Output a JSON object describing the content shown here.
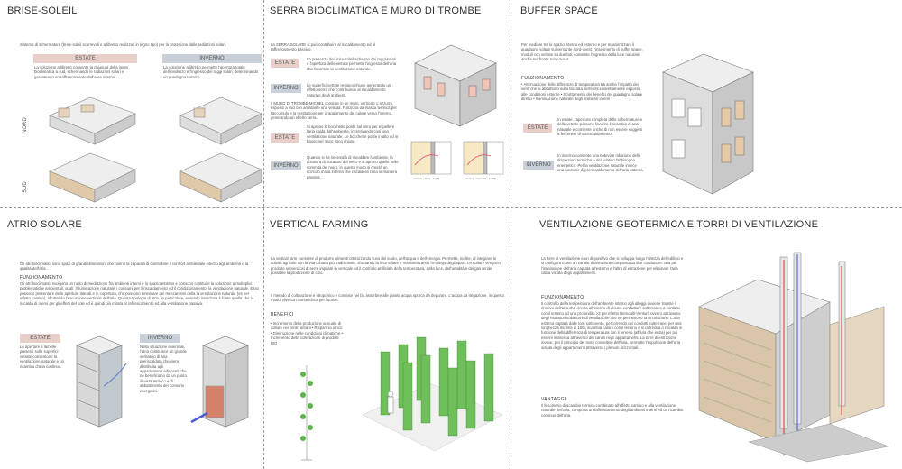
{
  "brise": {
    "title": "BRISE-SOLEIL",
    "intro": "Sistema di schermature (brise-soleil scorrevoli e a libretto realizzati in legno tipo) per la protezione dalle radiazioni solari.",
    "estate_label": "ESTATE",
    "estate_text": "La soluzione a libretto consente la chiusura della serra bioclimatica a sud, schermando le radiazioni solari e garantendo un raffrescamento dell'area interna.",
    "inverno_label": "INVERNO",
    "inverno_text": "La soluzione a libretto permette l'apertura totale dell'involucro e l'ingresso dei raggi solari, determinando un guadagno termico.",
    "nord": "NORD",
    "sud": "SUD"
  },
  "serra": {
    "title": "SERRA BIOCLIMATICA E MURO DI TROMBE",
    "intro": "La SERRA SOLARE si può contribuire al riscaldamento ed al raffrescamento passivo.",
    "estate_label": "ESTATE",
    "estate_text": "La presenza dei brise-soleil schermo dai raggi solari e l'apertura delle vetrate permette l'ingresso dell'aria che favorisce la ventilazione naturale.",
    "inverno_label": "INVERNO",
    "inverno_text": "Le superfici vetrate restano chiuse generando un effetto serra che contribuisce al riscaldamento naturale degli ambienti.",
    "muro_text": "Il MURO DI TROMBE-MICHEL consiste in un muro, verticale o azzurro, esposto a sud con antistante una vetrata. Funziona da massa termica per l'accumulo e la restituzione per irraggiamento del calore verso l'interno, generando un effetto serra.",
    "estate2_label": "ESTATE",
    "estate2_text": "Si aprono le bocchette poste sul retro per espellere l'aria calda dall'ambiente, incentivando così una ventilazione naturale. Le bocchette poste in alto ed in basso nel muro sono chiuse.",
    "inverno2_label": "INVERNO",
    "inverno2_text": "Quando si ha necessità di riscaldare l'ambiente, la chiusura di bucature del vetro e si aprono quelle nelle sommità del muro, in questo modo si creerà un ricircolo d'aria interna che riscalderà l'aria in maniera passiva.",
    "caption1": "sezione estiva - 1:100",
    "caption2": "sezione invernale - 1:100"
  },
  "buffer": {
    "title": "BUFFER SPACE",
    "intro": "Per mediare tra lo spazio interno ed esterno e per massimizzare il guadagno solare sul versante nord-ovest, l'inserimento di buffer space, moduli con vetrate su due lati, consente l'ingresso della luce naturale anche sul fronte nord-ovest.",
    "func_head": "FUNZIONAMENTO",
    "func_text": "• Attenuazione delle differenze di temperatura tra anche l'impatto dei venti che si abbattono sulla facciata dell'edificio direttamente esposto alle condizioni esterne • Sfruttamento dei benefici del guadagno solare diretto • Illuminazione naturale degli ambienti interni",
    "estate_label": "ESTATE",
    "estate_text": "In estate, l'apertura completa delle schermature e delle vetrate possono favorire il ricambio di aria naturale e consente anche di non essere soggetti a fenomeni di surriscaldamento.",
    "inverno_label": "INVERNO",
    "inverno_text": "In inverno consente una notevole riduzione delle dispersioni termiche e del relativo fabbisogno energetico. Per la ventilazione naturale invece una funzione di preriscaldamento dell'aria esterna."
  },
  "atrio": {
    "title": "ATRIO SOLARE",
    "intro": "Gli atri bioclimatici sono spazi di grandi dimensioni che hanno la capacità di controllare il comfort ambientale interno agli ambienti e la qualità dell'aria.",
    "func_head": "FUNZIONAMENTO",
    "func_text": "Gli atri bioclimatici svolgono un ruolo di mediazione fra ambienti interni e lo spazio esterno e possono costituire la soluzione a molteplici problematiche ambientali, quali: l'illuminazione naturale, i consumi per il riscaldamento ed il condizionamento, la ventilazione naturale. Esso possono presentare delle aperture laterali e in copertura, che possono innescare dei meccanismi della la ventilazione naturale (es per effetto camino), sfruttando l'escursione verticale dell'aria. Questa tipologia di atrio, in particolare, essendo interclusa è fonte quella che si riscalda di meno per gli effetti del sole ed è quindi più mirata al raffrescamento ed alla ventilazione passiva.",
    "estate_label": "ESTATE",
    "estate_text": "Le aperture a lamelle presenti sulle superfici vetrate consentono la ventilazione naturale e un ricambio d'aria continuo.",
    "inverno_label": "INVERNO",
    "inverno_text": "Nella situazione invernale, l'atrio costituisce un grande serbatoio di aria preriscaldata che viene distribuita agli appartamenti adiacenti che ne beneficiano da un punto di vista termico e di abbattimento dei consumi energetici."
  },
  "farming": {
    "title": "VERTICAL FARMING",
    "intro": "La vertical farm consente di produrre alimenti ottimizzando l'uso del suolo, dell'acqua e dell'energia. Permette, inoltre, di integrare le attività agricole con la vita urbana più tradizionale, sfruttando la luce solare e massimizzando l'impiego degli spazi. Le colture vengono prodotte servendosi di serre impilate in verticale ed il controllo artificiale della temperatura, della luce, dell'umidità e dei gas rende possibile la produzione di cibo.",
    "method_text": "Il metodo di coltivazione è idroponico e consiste nel far assorbire alle piante acqua sporca da depurare. L'acqua da irrigazione, in questo modo, diventa risorsa idrica per l'uomo.",
    "benefits_head": "BENEFICI",
    "benefits_text": "• Incremento della produzione annuale di colture nei centri urbani • Risparmio idrico • Diminuzione nelle condizioni climatiche • Incremento della coltivazione di prodotti BIO"
  },
  "ventilazione": {
    "title": "VENTILAZIONE GEOTERMICA E TORRI DI VENTILAZIONE",
    "intro": "La torre di ventilazione è un dispositivo che si sviluppa lungo l'altezza dell'edificio e si configura come un canale di areazione composto da due condutture: una per l'immissione dell'aria captata all'esterno e l'altro di estrazione per eliminare l'aria calda viziata degli appartamenti.",
    "func_head": "FUNZIONAMENTO",
    "func_text": "Il controllo della temperatura dell'ambiente interno agli alloggi avviene tramite il rinnovo dell'aria che circola all'interno di alcune condutture sotterranee a contatto con il terreno ad una profondità >3 per effetto Bernoulli-Venturi, ovvero attraverso degli estrattori sulla torre di ventilazione che ne permettono la circolazione. L'aria esterna captata dalle torri sottovento, percorrendo dei condotti sotterranei per una lunghezza minima di 10m, scambia calore con il terreno e si raffredda o riscalda in funzione della differenza di temperatura con il terreno (all'aria che entra) per poi essere immessa attraverso dei canali negli appartamenti. La torre di estrazione invece, per il principio del moto convettivo dell'aria, permette l'espulsione dell'aria viziata degli appartamenti attraverso i plenum orizzontali.",
    "vantaggi_head": "VANTAGGI",
    "vantaggi_text": "Il fenomeno di scambio termico combinato all'effetto camino e alla ventilazione naturale dell'aria, comporta un raffrescamento degli ambienti interni ed un ricambio continuo dell'aria."
  }
}
